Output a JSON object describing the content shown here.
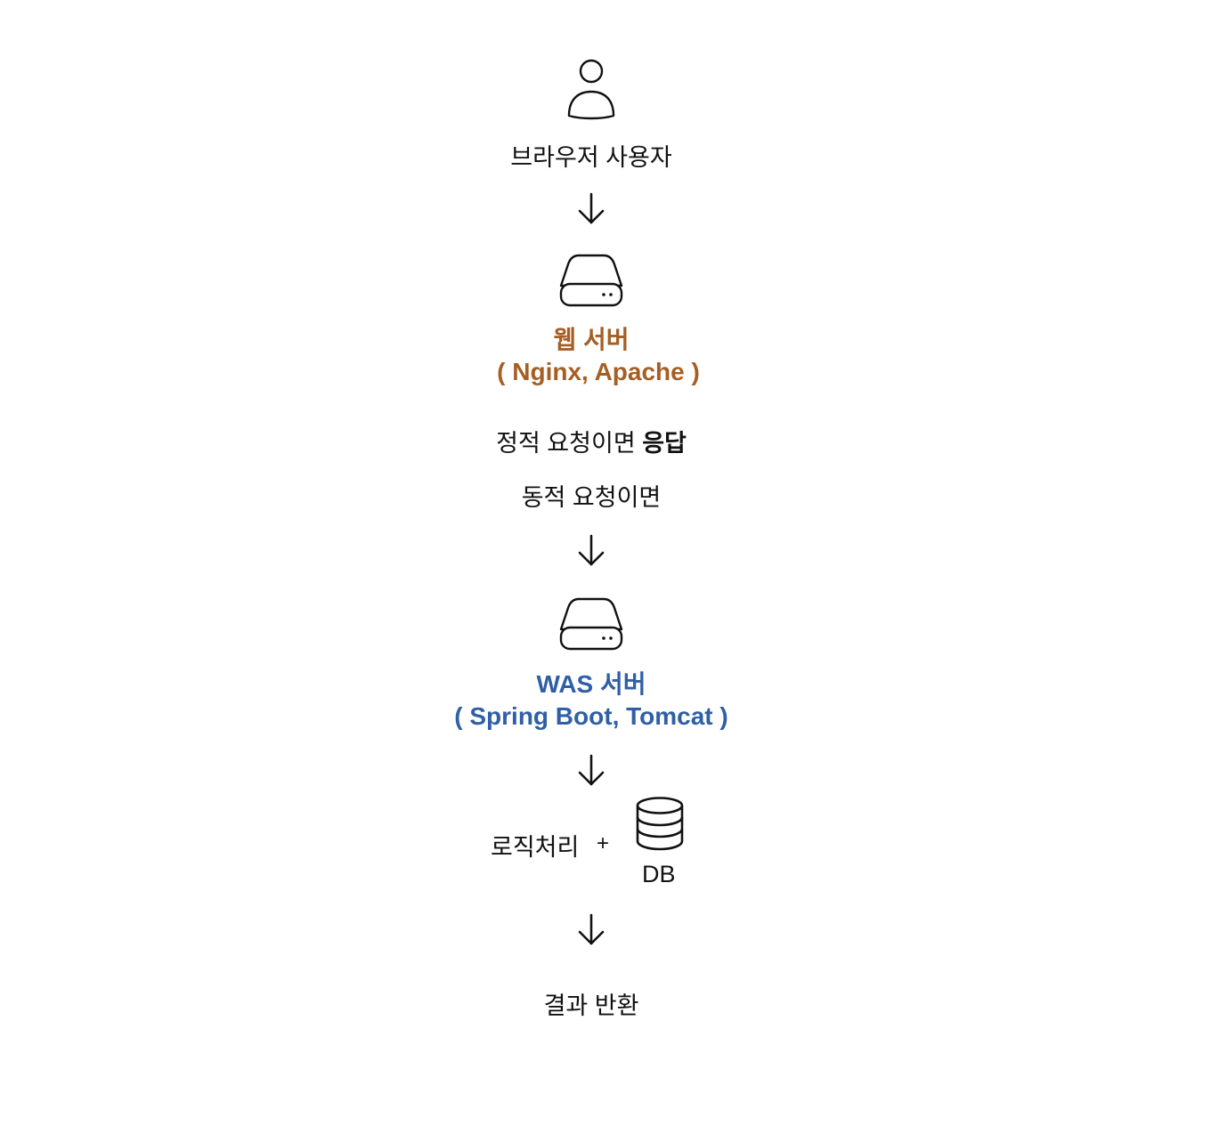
{
  "user": {
    "label": "브라우저 사용자"
  },
  "web_server": {
    "title": "웹 서버",
    "subtitle": "( Nginx, Apache )",
    "static_text": "정적 요청이면",
    "static_emphasis": "응답",
    "dynamic_text": "동적 요청이면",
    "color": "#a65e22"
  },
  "was_server": {
    "title": "WAS 서버",
    "subtitle": "( Spring Boot, Tomcat )",
    "color": "#2f5fa6"
  },
  "logic": {
    "label": "로직처리",
    "plus": "+",
    "db_label": "DB"
  },
  "result": {
    "label": "결과 반환"
  },
  "icons": {
    "user": "user-icon",
    "web_server": "server-icon",
    "was_server": "server-icon",
    "db": "database-icon",
    "arrow": "arrow-down-icon"
  }
}
